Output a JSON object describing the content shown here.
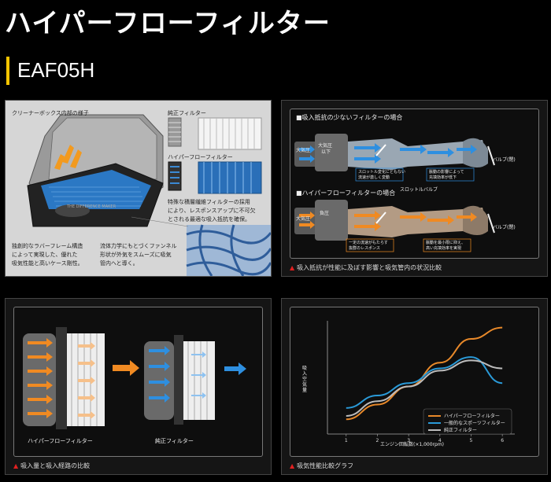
{
  "header": {
    "title": "ハイパーフローフィルター",
    "model": "EAF05H"
  },
  "panel1": {
    "box_title": "クリーナーボックス内部の様子",
    "logo_text": "THE DIFFERENCE MAKER",
    "pure_label": "純正フィルター",
    "hyper_label": "ハイパーフローフィルター",
    "desc1": "特殊な積層繊維フィルターの採用",
    "desc2": "により、レスポンスアップに不可欠",
    "desc3": "とされる最適な吸入抵抗を確保。",
    "left1": "独創的なラバーフレーム構造",
    "left2": "によって実現した、優れた",
    "left3": "吸気性能と高いケース剛性。",
    "mid1": "流体力学にもとづくファンネル",
    "mid2": "形状が外気をスムーズに吸気",
    "mid3": "管内へと導く。"
  },
  "panel2": {
    "head1": "■吸入抵抗の少ないフィルターの場合",
    "head2": "■ハイパーフローフィルターの場合",
    "atm1": "大気圧",
    "atm2": "大気圧",
    "neg1a": "大気圧",
    "neg1b": "以下",
    "neg2": "負圧",
    "valve1": "バルブ(閉)",
    "valve2": "バルブ(閉)",
    "throttle": "スロットルバルブ",
    "box1a": "スロットル変化にともない",
    "box1b": "流速が激しく変動",
    "box2a": "脈動の影響によって",
    "box2b": "充填効率が低下",
    "box3a": "一定の流速がもたらす",
    "box3b": "抜群のレスポンス",
    "box4a": "脈動を最小限に抑え、",
    "box4b": "高い充填効率を実現",
    "caption": "吸入抵抗が性能に及ぼす影響と吸気管内の状況比較"
  },
  "panel3": {
    "label_hyper": "ハイパーフローフィルター",
    "label_pure": "純正フィルター",
    "caption": "吸入量と吸入経路の比較"
  },
  "panel4": {
    "caption": "吸気性能比較グラフ"
  },
  "chart_data": {
    "type": "line",
    "title": "",
    "xlabel": "エンジン回転数(×1,000rpm)",
    "ylabel": "吸入空気量",
    "x": [
      1,
      2,
      3,
      4,
      5,
      6
    ],
    "xlim": [
      0.4,
      6.4
    ],
    "ylim": [
      0,
      10
    ],
    "ticks_x": [
      "1",
      "2",
      "3",
      "4",
      "5",
      "6"
    ],
    "grid": false,
    "legend_position": "bottom-right",
    "series": [
      {
        "name": "ハイパーフローフィルター",
        "color": "#e8892a",
        "values": [
          1.3,
          2.6,
          4.2,
          6.3,
          8.4,
          9.4
        ]
      },
      {
        "name": "一般的なスポーツフィルター",
        "color": "#2a9ad8",
        "values": [
          2.3,
          3.4,
          4.5,
          5.8,
          6.8,
          4.5
        ]
      },
      {
        "name": "純正フィルター",
        "color": "#bcbcbc",
        "values": [
          1.6,
          2.9,
          4.2,
          5.6,
          6.5,
          5.8
        ]
      }
    ]
  }
}
